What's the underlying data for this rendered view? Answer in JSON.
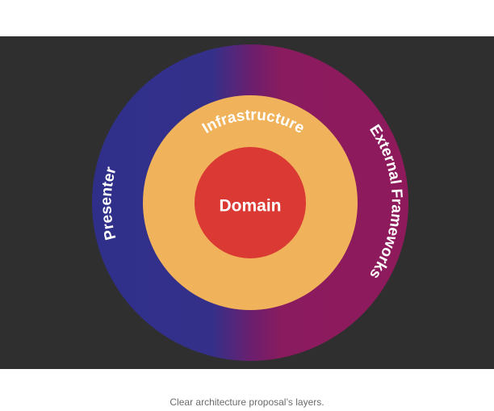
{
  "diagram": {
    "layers": {
      "outer_left": "Presenter",
      "outer_right": "External Frameworks",
      "middle": "Infrastructure",
      "core": "Domain"
    },
    "colors": {
      "background": "#2f2f2f",
      "presenter": "#2f2f8a",
      "external_frameworks": "#8e1a5c",
      "infrastructure": "#f0b25a",
      "domain": "#db3a34",
      "label": "#ffffff"
    }
  },
  "caption": "Clear architecture proposal’s layers."
}
